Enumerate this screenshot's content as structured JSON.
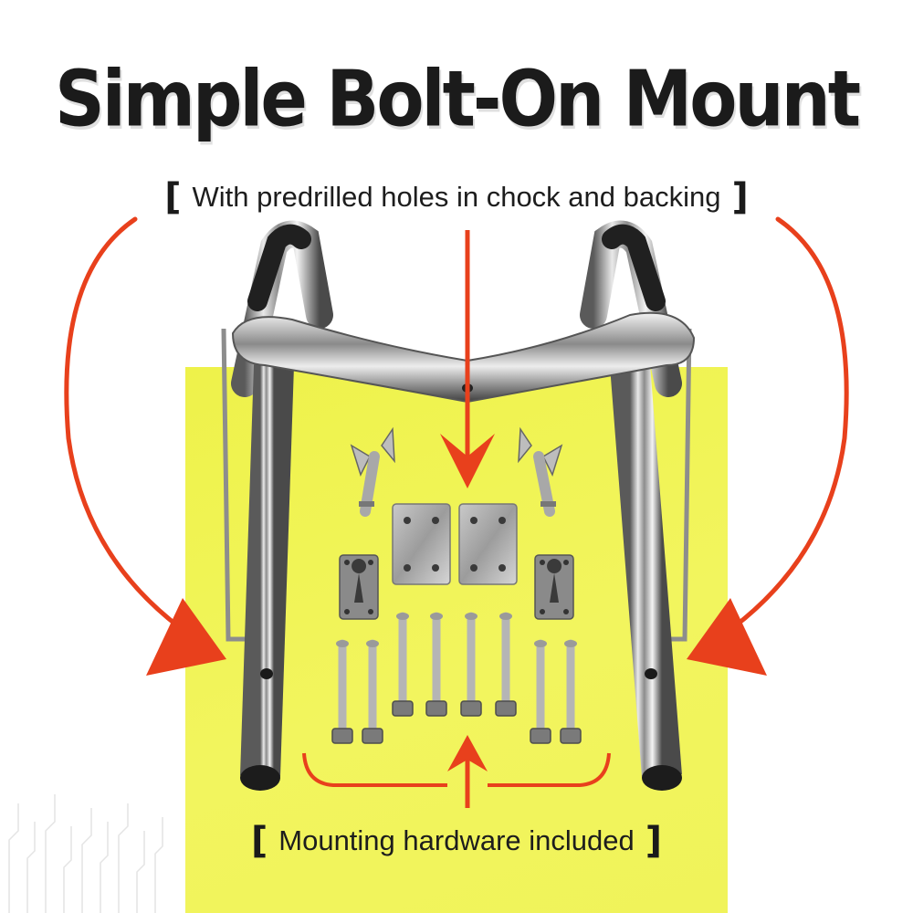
{
  "headline": "Simple Bolt-On Mount",
  "caption_top": {
    "open_bracket": "[",
    "text": "With predrilled holes in chock and backing",
    "close_bracket": "]"
  },
  "caption_bottom": {
    "open_bracket": "[",
    "text": "Mounting hardware included",
    "close_bracket": "]"
  },
  "colors": {
    "accent_arrow": "#e8401c",
    "panel": "#eef24a",
    "headline": "#1b1b1b"
  },
  "icons": [
    "chrome-tube-chock",
    "wing-bolt",
    "backing-plate",
    "keyhole-plate",
    "machine-screw",
    "curved-arrow"
  ]
}
